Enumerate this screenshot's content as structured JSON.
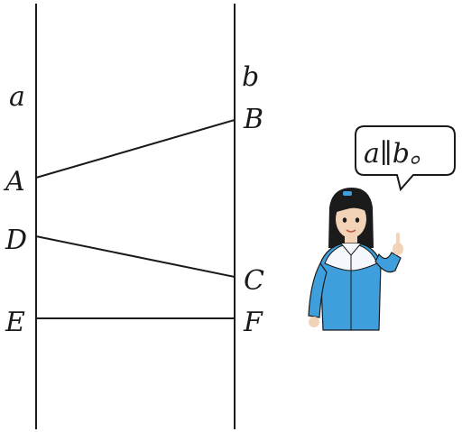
{
  "diagram": {
    "line_labels": {
      "a": "a",
      "b": "b"
    },
    "point_labels": {
      "A": "A",
      "B": "B",
      "C": "C",
      "D": "D",
      "E": "E",
      "F": "F"
    },
    "segments": [
      [
        "A",
        "B"
      ],
      [
        "D",
        "C"
      ],
      [
        "E",
        "F"
      ]
    ]
  },
  "speech_bubble": {
    "text": "a∥b。"
  },
  "colors": {
    "line": "#1a1a1a",
    "jacket_blue": "#3f9fdc",
    "jacket_white": "#f4f7fb",
    "hair": "#1b1b1b",
    "skin": "#f3d3b8"
  }
}
